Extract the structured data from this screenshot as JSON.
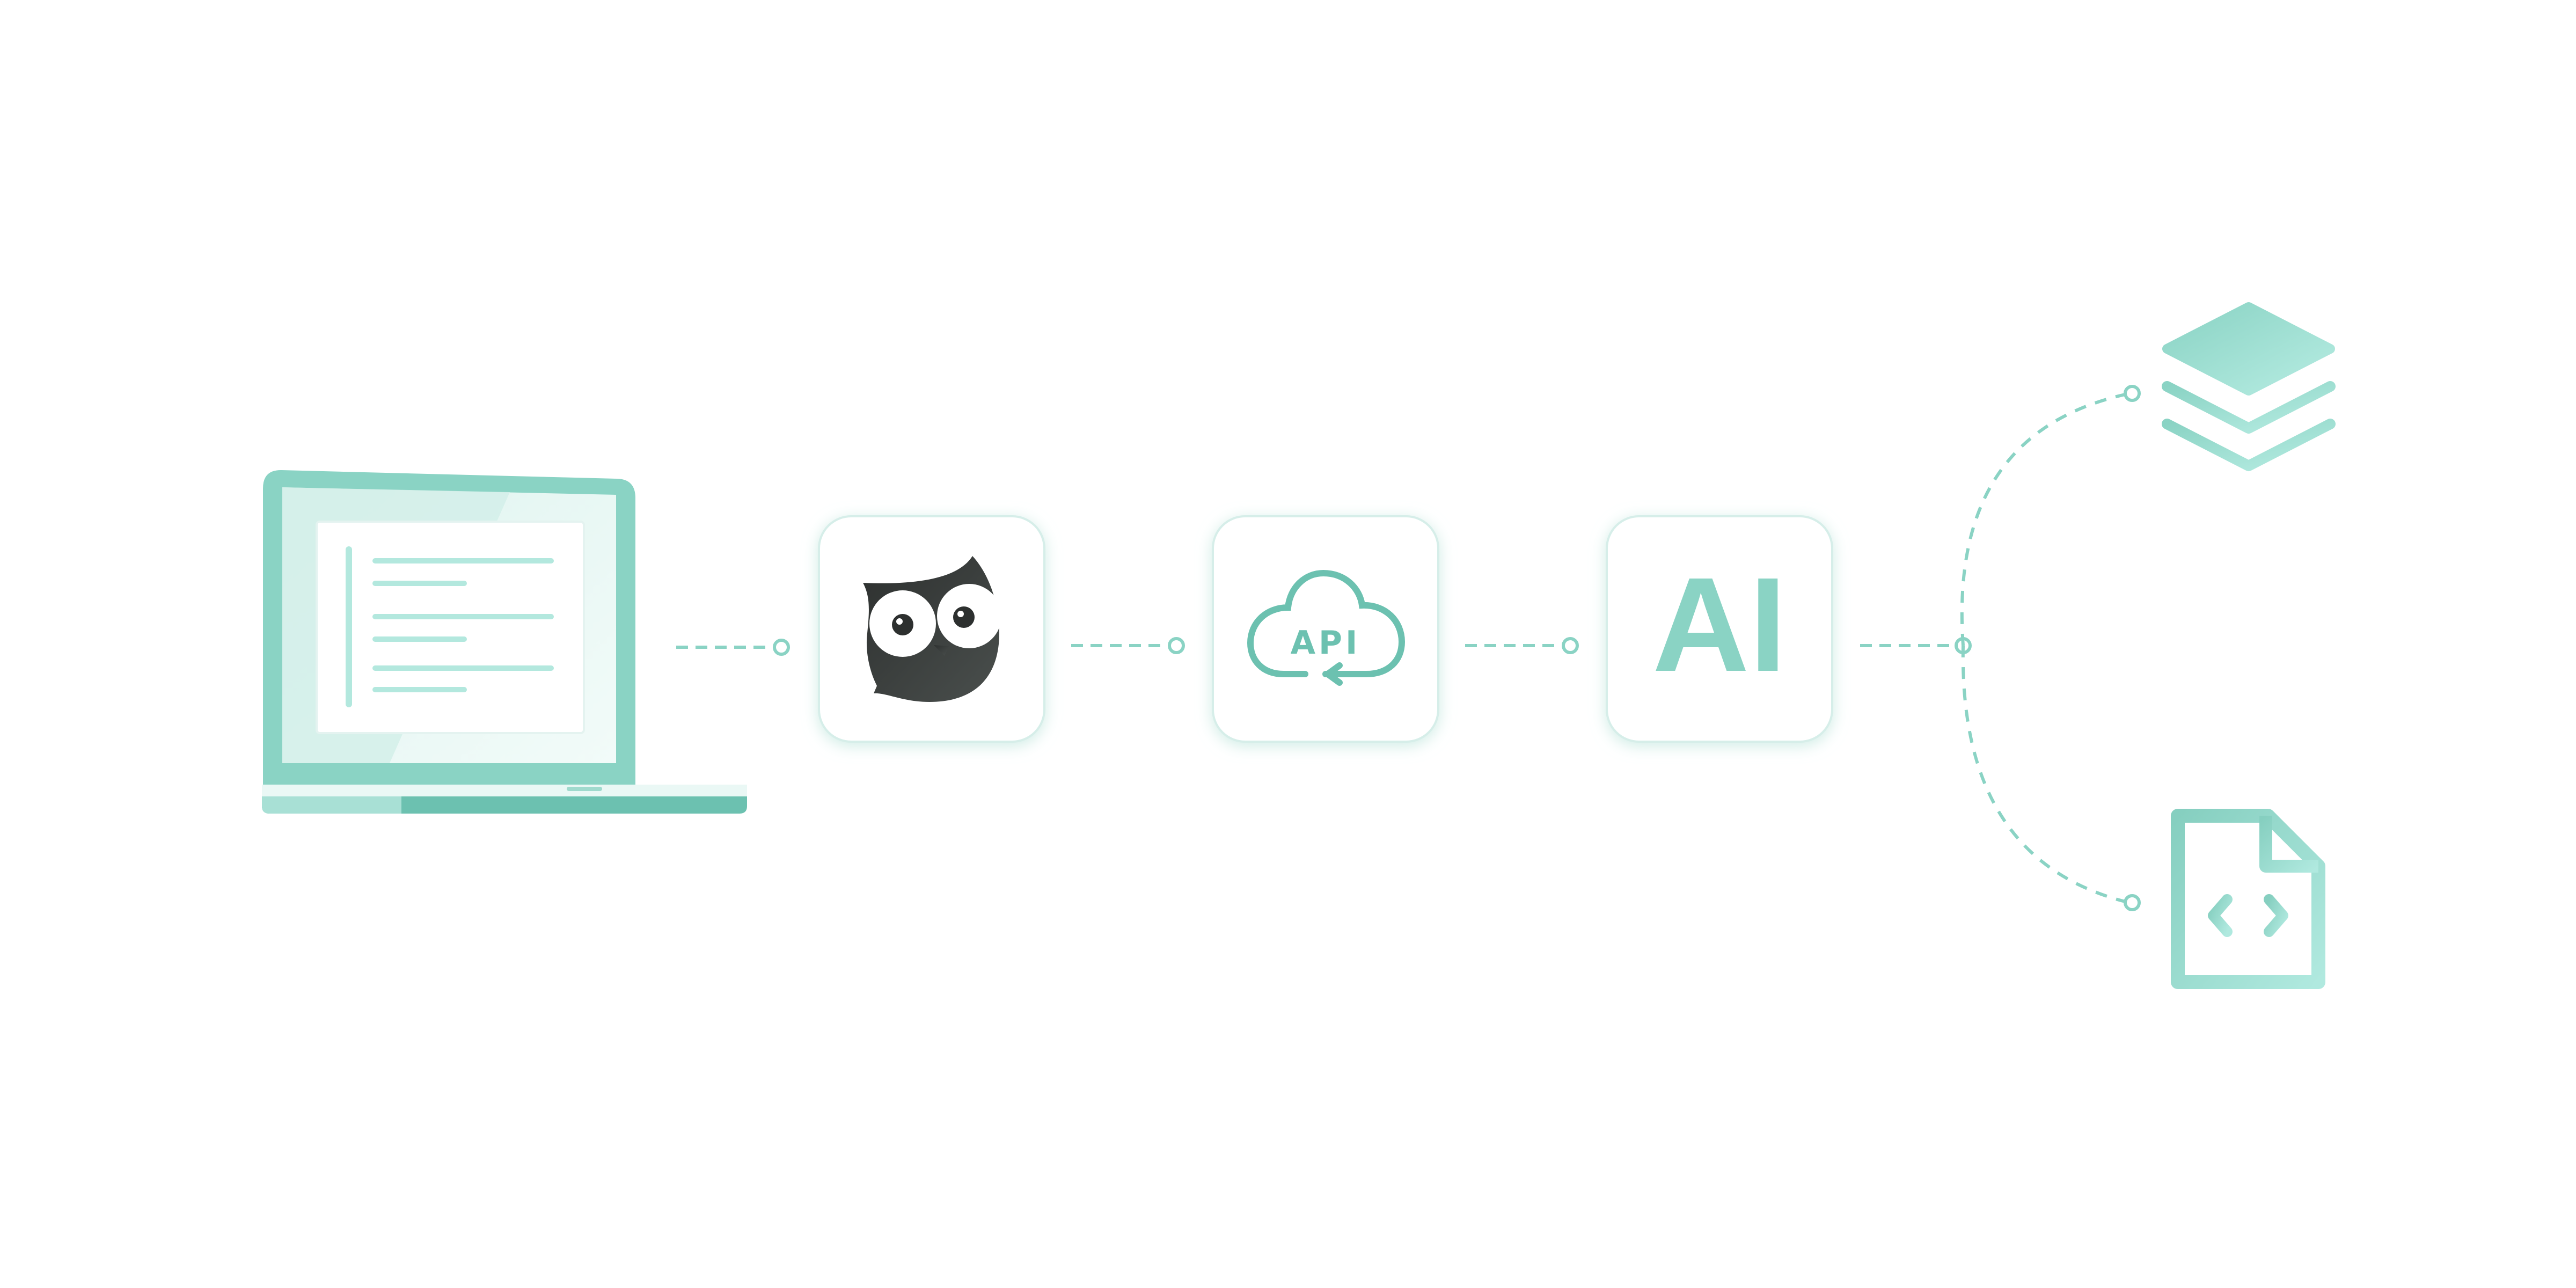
{
  "diagram": {
    "nodes": {
      "laptop": {
        "icon": "laptop-document-icon"
      },
      "owl": {
        "icon": "owl-logo-icon"
      },
      "api": {
        "icon": "api-cloud-icon",
        "label": "API"
      },
      "ai": {
        "icon": "ai-text-icon",
        "label": "AI"
      },
      "layers": {
        "icon": "layers-stack-icon"
      },
      "code_file": {
        "icon": "code-file-icon"
      }
    },
    "edges": [
      {
        "from": "laptop",
        "to": "owl",
        "style": "dashed"
      },
      {
        "from": "owl",
        "to": "api",
        "style": "dashed"
      },
      {
        "from": "api",
        "to": "ai",
        "style": "dashed"
      },
      {
        "from": "ai",
        "to": "layers",
        "style": "dashed"
      },
      {
        "from": "ai",
        "to": "code_file",
        "style": "dashed"
      }
    ],
    "colors": {
      "accent": "#8ad3c4",
      "accent_light": "#b3e8de",
      "accent_dark": "#6cc1b0",
      "owl_dark": "#343837",
      "card_border": "#d6eee9",
      "card_shadow": "#cdebe4"
    }
  }
}
